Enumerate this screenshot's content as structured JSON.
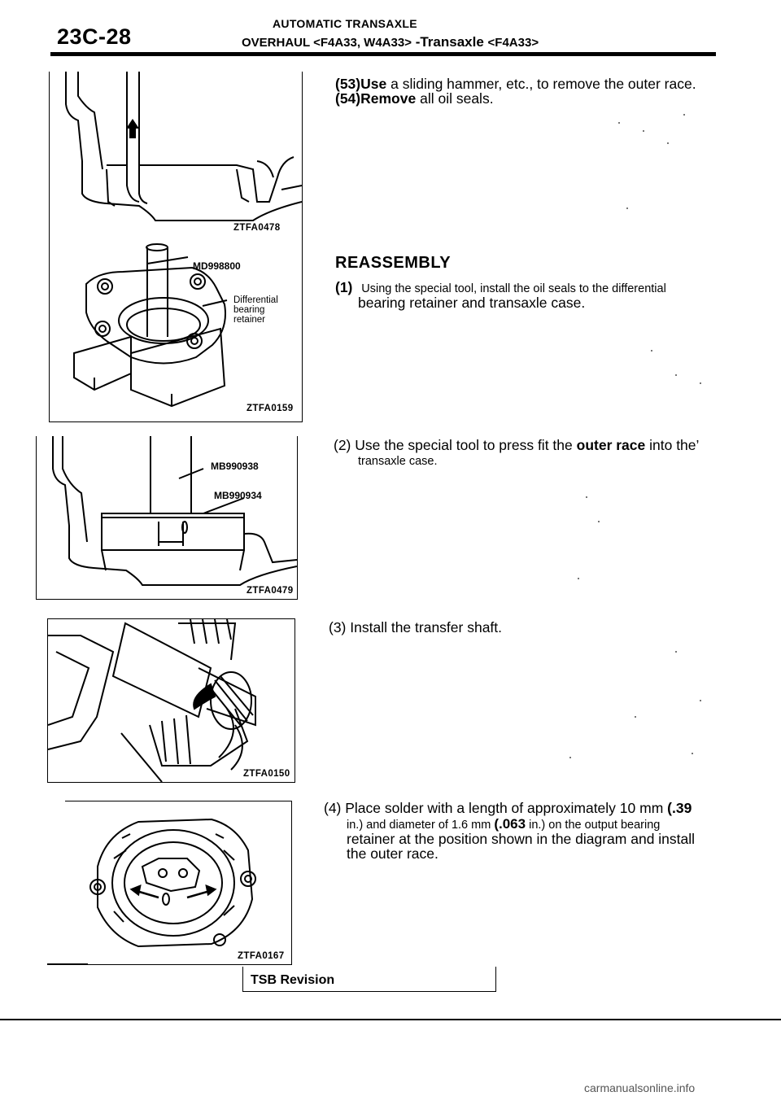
{
  "header": {
    "page_number": "23C-28",
    "section_title": "AUTOMATIC TRANSAXLE",
    "subtitle_prefix": "OVERHAUL <F4A33, W4A33>",
    "subtitle_mid": " -Transaxle ",
    "subtitle_suffix": "<F4A33>"
  },
  "steps": {
    "s53_num": "(53)Use",
    "s53_text": "a sliding hammer, etc., to remove the outer race.",
    "s54_num": "(54)Remove",
    "s54_text": "all oil seals.",
    "reassembly_heading": "REASSEMBLY",
    "r1_num": "(1)",
    "r1_text": "Using the special tool, install the oil seals to the differential",
    "r1_text2": "bearing retainer and transaxle case.",
    "r2_a": "(2) Use the special tool to press fit the ",
    "r2_b": "outer race",
    "r2_c": " into the’",
    "r2_line2": "transaxle case.",
    "r3": "(3) Install the transfer shaft.",
    "r4_a": "(4) Place solder with a length of approximately 10 mm ",
    "r4_b": "(.39",
    "r4_line2a": "in.) and diameter of 1.6 mm ",
    "r4_line2b": "(.063",
    "r4_line2c": " in.) on the output bearing",
    "r4_line3": "retainer at the position shown in the diagram and install",
    "r4_line4": "the outer race."
  },
  "figures": {
    "fig1_code": "ZTFA0478",
    "fig2_code": "ZTFA0159",
    "fig2_tool": "MD998800",
    "fig2_label_1": "Differential",
    "fig2_label_2": "bearing",
    "fig2_label_3": "retainer",
    "fig3_code": "ZTFA0479",
    "fig3_tool_1": "MB990938",
    "fig3_tool_2": "MB990934",
    "fig4_code": "ZTFA0150",
    "fig5_code": "ZTFA0167"
  },
  "footer": {
    "tsb": "TSB Revision",
    "watermark": "carmanualsonline.info"
  }
}
